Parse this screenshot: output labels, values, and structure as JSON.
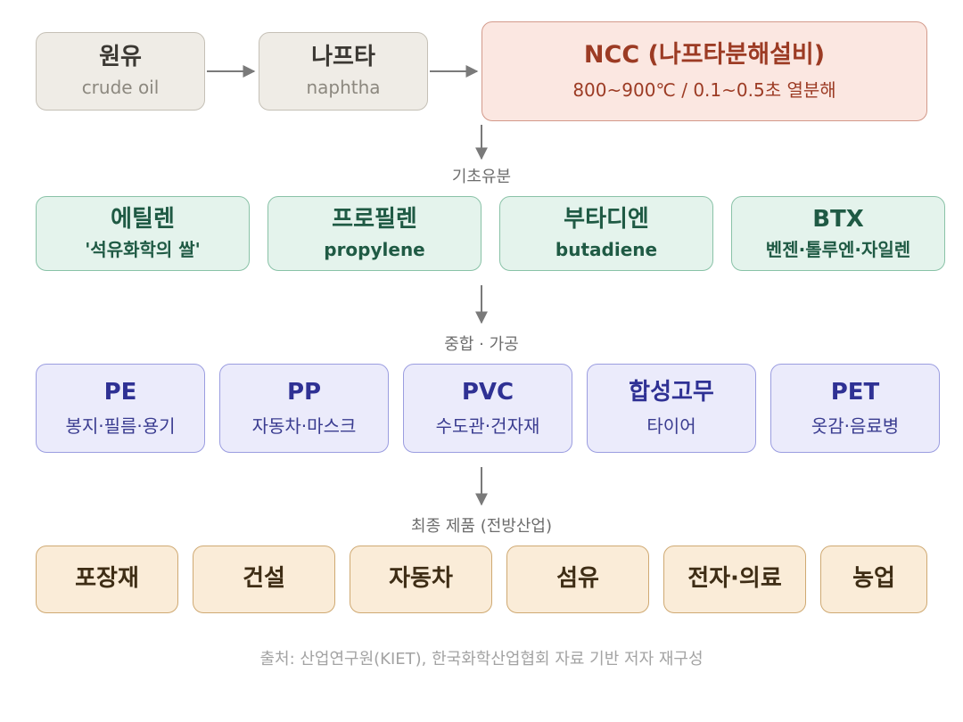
{
  "raw_materials": [
    {
      "name": "원유",
      "sub": "crude oil"
    },
    {
      "name": "나프타",
      "sub": "naphtha"
    }
  ],
  "ncc": {
    "name": "NCC (나프타분해설비)",
    "sub": "800~900℃ / 0.1~0.5초 열분해"
  },
  "stage_labels": {
    "basic": "기초유분",
    "polymer": "중합 · 가공",
    "final": "최종 제품 (전방산업)"
  },
  "basic_chemicals": [
    {
      "name": "에틸렌",
      "sub": "'석유화학의 쌀'"
    },
    {
      "name": "프로필렌",
      "sub": "propylene"
    },
    {
      "name": "부타디엔",
      "sub": "butadiene"
    },
    {
      "name": "BTX",
      "sub": "벤젠·톨루엔·자일렌"
    }
  ],
  "polymers": [
    {
      "name": "PE",
      "sub": "봉지·필름·용기"
    },
    {
      "name": "PP",
      "sub": "자동차·마스크"
    },
    {
      "name": "PVC",
      "sub": "수도관·건자재"
    },
    {
      "name": "합성고무",
      "sub": "타이어"
    },
    {
      "name": "PET",
      "sub": "옷감·음료병"
    }
  ],
  "final_products": [
    "포장재",
    "건설",
    "자동차",
    "섬유",
    "전자·의료",
    "농업"
  ],
  "source": "출처: 산업연구원(KIET), 한국화학산업협회 자료 기반 저자 재구성",
  "colors": {
    "raw": "#efece6",
    "ncc": "#fbe7e1",
    "basic": "#e4f3ec",
    "polymer": "#ebebfb",
    "final": "#faecd8",
    "arrow": "#7a7a7a"
  }
}
